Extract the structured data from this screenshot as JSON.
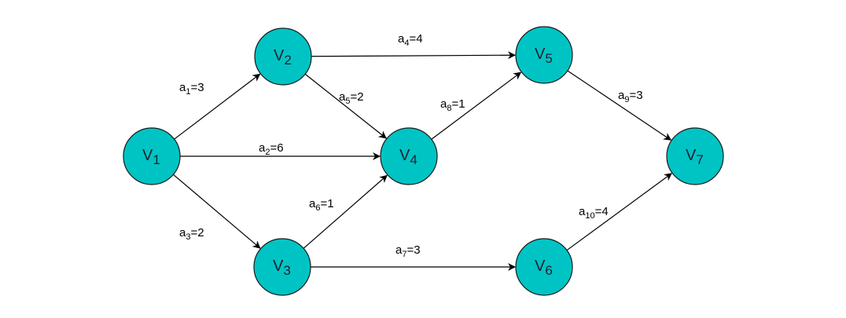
{
  "diagram": {
    "node_color": "#00C4C4",
    "nodes": [
      {
        "id": "V1",
        "base": "V",
        "sub": "1"
      },
      {
        "id": "V2",
        "base": "V",
        "sub": "2"
      },
      {
        "id": "V3",
        "base": "V",
        "sub": "3"
      },
      {
        "id": "V4",
        "base": "V",
        "sub": "4"
      },
      {
        "id": "V5",
        "base": "V",
        "sub": "5"
      },
      {
        "id": "V6",
        "base": "V",
        "sub": "6"
      },
      {
        "id": "V7",
        "base": "V",
        "sub": "7"
      }
    ],
    "edges": [
      {
        "id": "a1",
        "from": "V1",
        "to": "V2",
        "base": "a",
        "sub": "1",
        "value": "=3"
      },
      {
        "id": "a2",
        "from": "V1",
        "to": "V4",
        "base": "a",
        "sub": "2",
        "value": "=6"
      },
      {
        "id": "a3",
        "from": "V1",
        "to": "V3",
        "base": "a",
        "sub": "3",
        "value": "=2"
      },
      {
        "id": "a4",
        "from": "V2",
        "to": "V5",
        "base": "a",
        "sub": "4",
        "value": "=4"
      },
      {
        "id": "a5",
        "from": "V2",
        "to": "V4",
        "base": "a",
        "sub": "5",
        "value": "=2"
      },
      {
        "id": "a6",
        "from": "V3",
        "to": "V4",
        "base": "a",
        "sub": "6",
        "value": "=1"
      },
      {
        "id": "a7",
        "from": "V3",
        "to": "V6",
        "base": "a",
        "sub": "7",
        "value": "=3"
      },
      {
        "id": "a8",
        "from": "V4",
        "to": "V5",
        "base": "a",
        "sub": "8",
        "value": "=1"
      },
      {
        "id": "a9",
        "from": "V5",
        "to": "V7",
        "base": "a",
        "sub": "9",
        "value": "=3"
      },
      {
        "id": "a10",
        "from": "V6",
        "to": "V7",
        "base": "a",
        "sub": "10",
        "value": "=4"
      }
    ]
  }
}
